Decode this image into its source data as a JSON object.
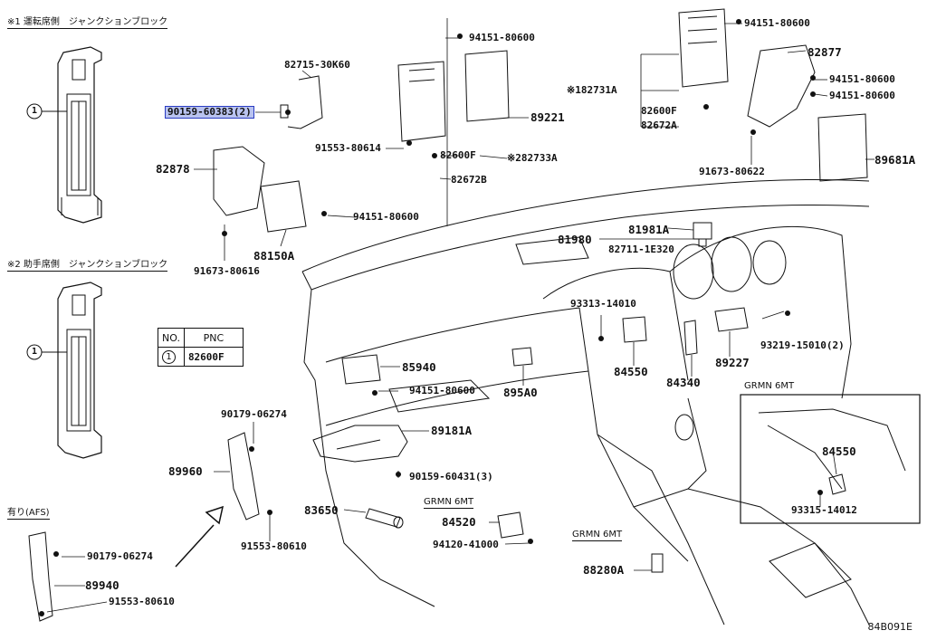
{
  "headers": {
    "driver_jb": "※1 運転席側　ジャンクションブロック",
    "passenger_jb": "※2 助手席側　ジャンクションブロック",
    "afs": "有り(AFS)",
    "grmn_a": "GRMN 6MT",
    "grmn_b": "GRMN 6MT",
    "grmn_c": "GRMN 6MT"
  },
  "callout_circle": "1",
  "legend": {
    "col_no": "NO.",
    "col_pnc": "PNC",
    "row_no": "1",
    "row_pnc": "82600F"
  },
  "labels": {
    "p90159_60383": "90159-60383(2)",
    "p82715_30k60": "82715-30K60",
    "p82878": "82878",
    "p91553_80614": "91553-80614",
    "p91673_80616": "91673-80616",
    "p88150a": "88150A",
    "p94151_80600_a": "94151-80600",
    "p94151_80600_b": "94151-80600",
    "p89221": "89221",
    "p82600f_a": "82600F",
    "p82733a": "※282733A",
    "p82672b": "82672B",
    "p94151_80600_c": "94151-80600",
    "p82877": "82877",
    "p94151_80600_d": "94151-80600",
    "p94151_80600_e": "94151-80600",
    "p82731a": "※182731A",
    "p82600f_b": "82600F",
    "p82672a": "82672A",
    "p91673_80622": "91673-80622",
    "p89681a": "89681A",
    "p81981a": "81981A",
    "p81980": "81980",
    "p82711_1e320": "82711-1E320",
    "p93313_14010": "93313-14010",
    "p93219_15010": "93219-15010(2)",
    "p89227": "89227",
    "p85940": "85940",
    "p94151_80600_f": "94151-80600",
    "p895a0": "895A0",
    "p84550_a": "84550",
    "p84340": "84340",
    "p90179_06274_a": "90179-06274",
    "p89181a": "89181A",
    "p89960": "89960",
    "p90159_60431": "90159-60431(3)",
    "p83650": "83650",
    "p91553_80610_a": "91553-80610",
    "p84520": "84520",
    "p94120_41000": "94120-41000",
    "p88280a": "88280A",
    "p84550_b": "84550",
    "p93315_14012": "93315-14012",
    "p90179_06274_b": "90179-06274",
    "p89940": "89940",
    "p91553_80610_b": "91553-80610"
  },
  "corner_code": "84B091E"
}
